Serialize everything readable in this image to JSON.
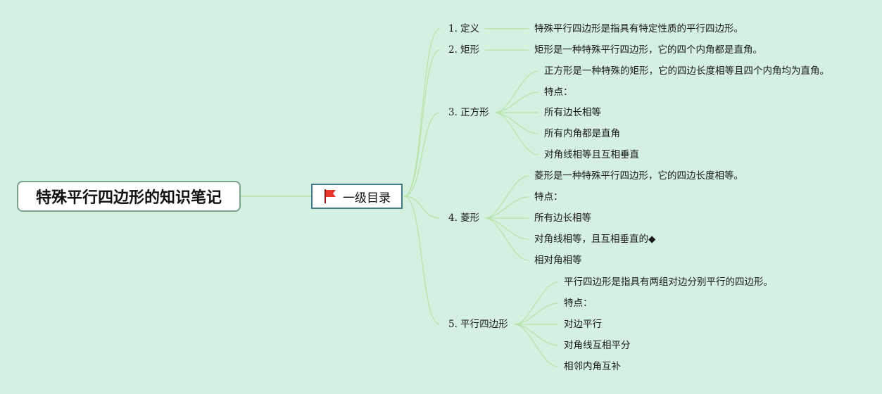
{
  "root": {
    "title": "特殊平行四边形的知识笔记"
  },
  "level1": {
    "label": "一级目录",
    "icon": "flag-icon",
    "flag_color": "#e8362a"
  },
  "colors": {
    "background": "#d4f0e1",
    "line": "#b6e3a8",
    "root_border": "#7aa38a",
    "level1_border": "#3f7d8a"
  },
  "branches": [
    {
      "label": "1. 定义",
      "children": [
        "特殊平行四边形是指具有特定性质的平行四边形。"
      ]
    },
    {
      "label": "2. 矩形",
      "children": [
        "矩形是一种特殊平行四边形，它的四个内角都是直角。"
      ]
    },
    {
      "label": "3. 正方形",
      "children": [
        "正方形是一种特殊的矩形，它的四边长度相等且四个内角均为直角。",
        "特点：",
        "所有边长相等",
        "所有内角都是直角",
        "对角线相等且互相垂直"
      ]
    },
    {
      "label": "4. 菱形",
      "children": [
        "菱形是一种特殊平行四边形，它的四边长度相等。",
        "特点：",
        "所有边长相等",
        "对角线相等，且互相垂直的◆",
        "相对角相等"
      ]
    },
    {
      "label": "5. 平行四边形",
      "children": [
        "平行四边形是指具有两组对边分别平行的四边形。",
        "特点：",
        "对边平行",
        "对角线互相平分",
        "相邻内角互补"
      ]
    }
  ]
}
